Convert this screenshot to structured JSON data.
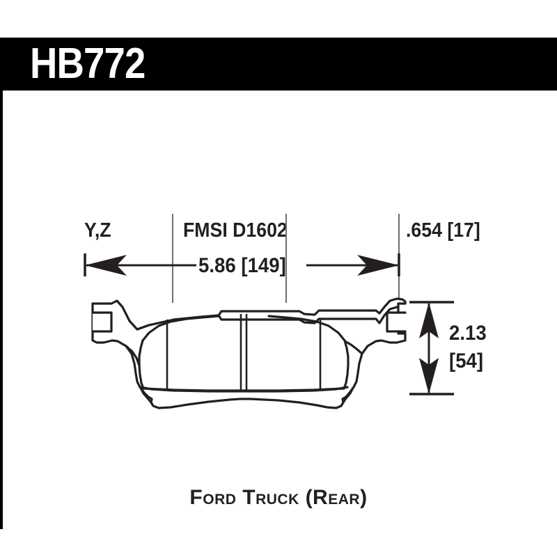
{
  "header": {
    "part_number": "HB772",
    "bar_color": "#000000",
    "text_color": "#ffffff"
  },
  "specs": {
    "compound": "Y,Z",
    "fmsi": "FMSI D1602",
    "thickness": ".654 [17]",
    "divider_color": "#6d6e71"
  },
  "dimensions": {
    "width_label": "5.86 [149]",
    "height_label_inches": "2.13",
    "height_label_mm": "[54]"
  },
  "caption": {
    "application": "Ford Truck (Rear)"
  },
  "drawing": {
    "line_color": "#231f20",
    "fill_color": "#ffffff",
    "description": "brake-pad-outline"
  }
}
